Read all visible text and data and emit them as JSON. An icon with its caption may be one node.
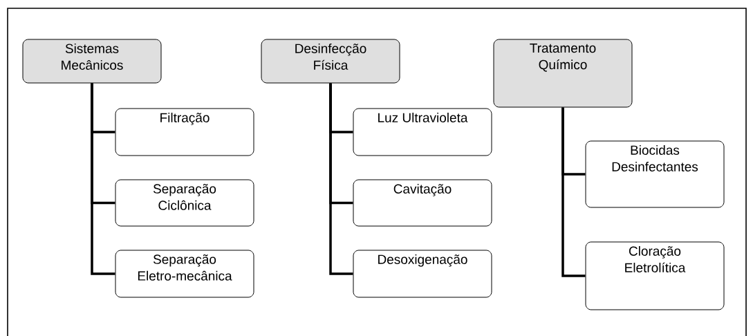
{
  "diagram": {
    "nodes": [
      {
        "text": [
          "Sistemas Mecânicos"
        ]
      },
      {
        "text": [
          "Filtração"
        ]
      },
      {
        "text": [
          "Separação Ciclônica"
        ]
      },
      {
        "text": [
          "Separação Eletro-mecânica"
        ]
      },
      {
        "text": [
          "Desinfecção Física"
        ]
      },
      {
        "text": [
          "Luz Ultravioleta"
        ]
      },
      {
        "text": [
          "Cavitação"
        ]
      },
      {
        "text": [
          "Desoxigenação"
        ]
      },
      {
        "text": [
          "Tratamento Químico"
        ]
      },
      {
        "text": [
          "Biocidas Desinfectantes"
        ]
      },
      {
        "text": [
          "Cloração Eletrolítica"
        ]
      }
    ],
    "edges": [
      {
        "from": 0,
        "to": 1,
        "arrow": "none"
      },
      {
        "from": 0,
        "to": 2,
        "arrow": "none"
      },
      {
        "from": 0,
        "to": 3,
        "arrow": "none"
      },
      {
        "from": 4,
        "to": 5,
        "arrow": "none"
      },
      {
        "from": 4,
        "to": 6,
        "arrow": "none"
      },
      {
        "from": 4,
        "to": 7,
        "arrow": "none"
      },
      {
        "from": 8,
        "to": 9,
        "arrow": "none"
      },
      {
        "from": 8,
        "to": 10,
        "arrow": "none"
      }
    ]
  }
}
